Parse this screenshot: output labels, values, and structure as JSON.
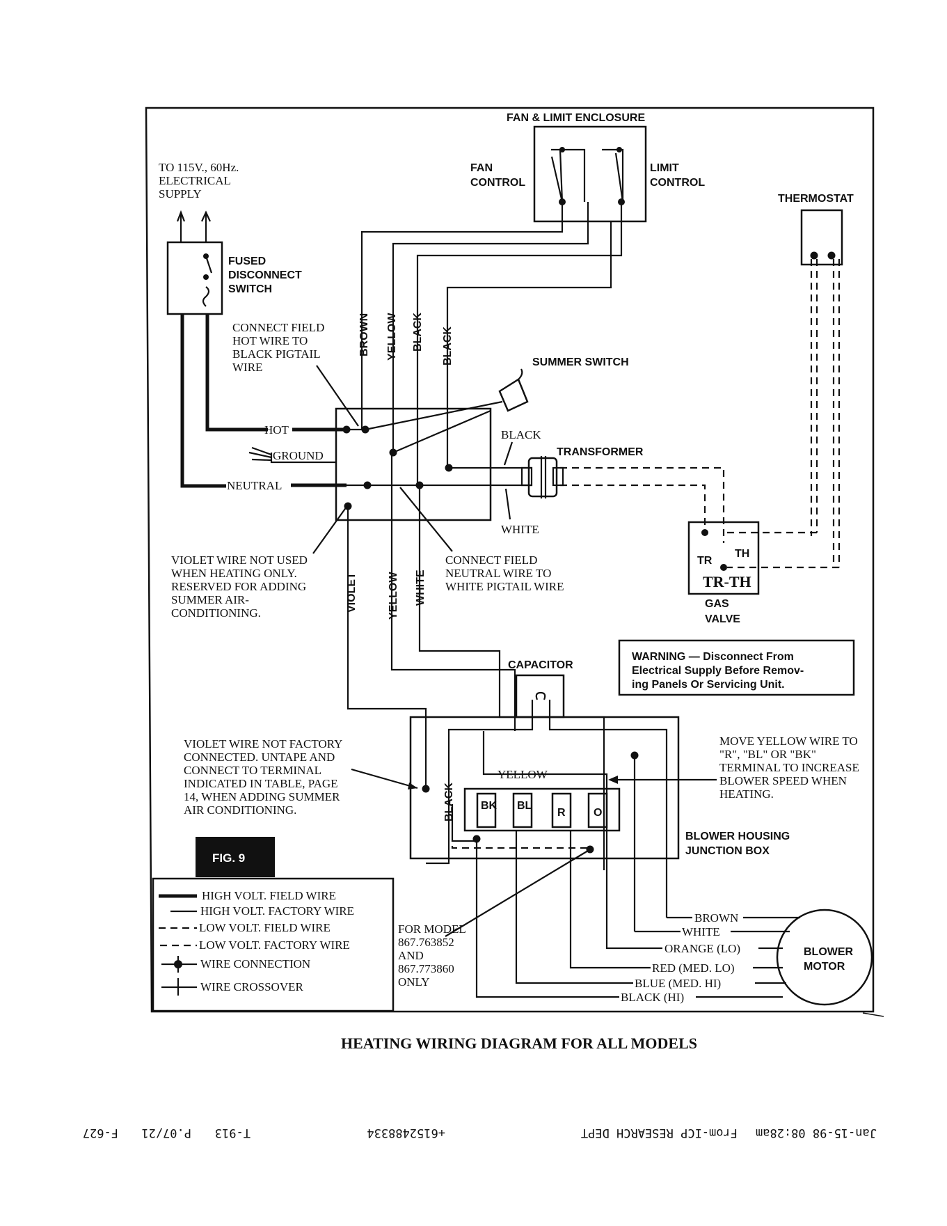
{
  "title": "HEATING WIRING DIAGRAM FOR ALL MODELS",
  "figure_label": "FIG. 9",
  "supply": [
    "TO 115V., 60Hz.",
    "ELECTRICAL",
    "SUPPLY"
  ],
  "fan_limit": {
    "enclosure": "FAN & LIMIT ENCLOSURE",
    "fan1": "FAN",
    "fan2": "CONTROL",
    "limit1": "LIMIT",
    "limit2": "CONTROL"
  },
  "thermostat": "THERMOSTAT",
  "fused_switch": [
    "FUSED",
    "DISCONNECT",
    "SWITCH"
  ],
  "hot_note": [
    "CONNECT FIELD",
    "HOT WIRE TO",
    "BLACK PIGTAIL",
    "WIRE"
  ],
  "wire_labels": {
    "brown": "BROWN",
    "yellow": "YELLOW",
    "black": "BLACK",
    "violet": "VIOLET",
    "white": "WHITE"
  },
  "summer_switch": "SUMMER SWITCH",
  "junction": {
    "hot": "HOT",
    "ground": "GROUND",
    "neutral": "NEUTRAL"
  },
  "transformer": {
    "label": "TRANSFORMER",
    "black": "BLACK",
    "white": "WHITE"
  },
  "violet_note1": [
    "VIOLET WIRE NOT USED",
    "WHEN HEATING ONLY.",
    "RESERVED FOR ADDING",
    "SUMMER AIR-",
    "CONDITIONING."
  ],
  "neutral_note": [
    "CONNECT FIELD",
    "NEUTRAL WIRE TO",
    "WHITE PIGTAIL WIRE"
  ],
  "gas_valve": {
    "label1": "GAS",
    "label2": "VALVE",
    "term1": "TR",
    "term2": "TH",
    "name": "TR-TH"
  },
  "warning": [
    "WARNING — Disconnect From",
    "Electrical Supply Before Remov-",
    "ing Panels Or Servicing Unit."
  ],
  "capacitor": "CAPACITOR",
  "violet_note2": [
    "VIOLET WIRE NOT FACTORY",
    "CONNECTED. UNTAPE AND",
    "CONNECT TO TERMINAL",
    "INDICATED IN TABLE, PAGE",
    "14, WHEN ADDING SUMMER",
    "AIR CONDITIONING."
  ],
  "yellow_inner": "YELLOW",
  "black_inner": "BLACK",
  "terminals": [
    "BK",
    "BL",
    "R",
    "O"
  ],
  "move_note": [
    "MOVE YELLOW WIRE TO",
    "\"R\", \"BL\" OR \"BK\"",
    "TERMINAL TO INCREASE",
    "BLOWER SPEED WHEN",
    "HEATING."
  ],
  "blower_housing": [
    "BLOWER HOUSING",
    "JUNCTION BOX"
  ],
  "model_note": [
    "FOR MODEL",
    "867.763852",
    "AND",
    "867.773860",
    "ONLY"
  ],
  "motor_wires": [
    "BROWN",
    "WHITE",
    "ORANGE (LO)",
    "RED (MED. LO)",
    "BLUE (MED. HI)",
    "BLACK (HI)"
  ],
  "blower_motor": [
    "BLOWER",
    "MOTOR"
  ],
  "legend": [
    "HIGH VOLT. FIELD WIRE",
    "HIGH VOLT. FACTORY WIRE",
    "LOW VOLT. FIELD WIRE",
    "LOW VOLT. FACTORY WIRE",
    "WIRE CONNECTION",
    "WIRE CROSSOVER"
  ],
  "fax_footer": [
    "Jan-15-98 08:28am",
    "From-ICP RESEARCH DEPT",
    "+6152488334",
    "T-913",
    "P.07/21",
    "F-627"
  ]
}
